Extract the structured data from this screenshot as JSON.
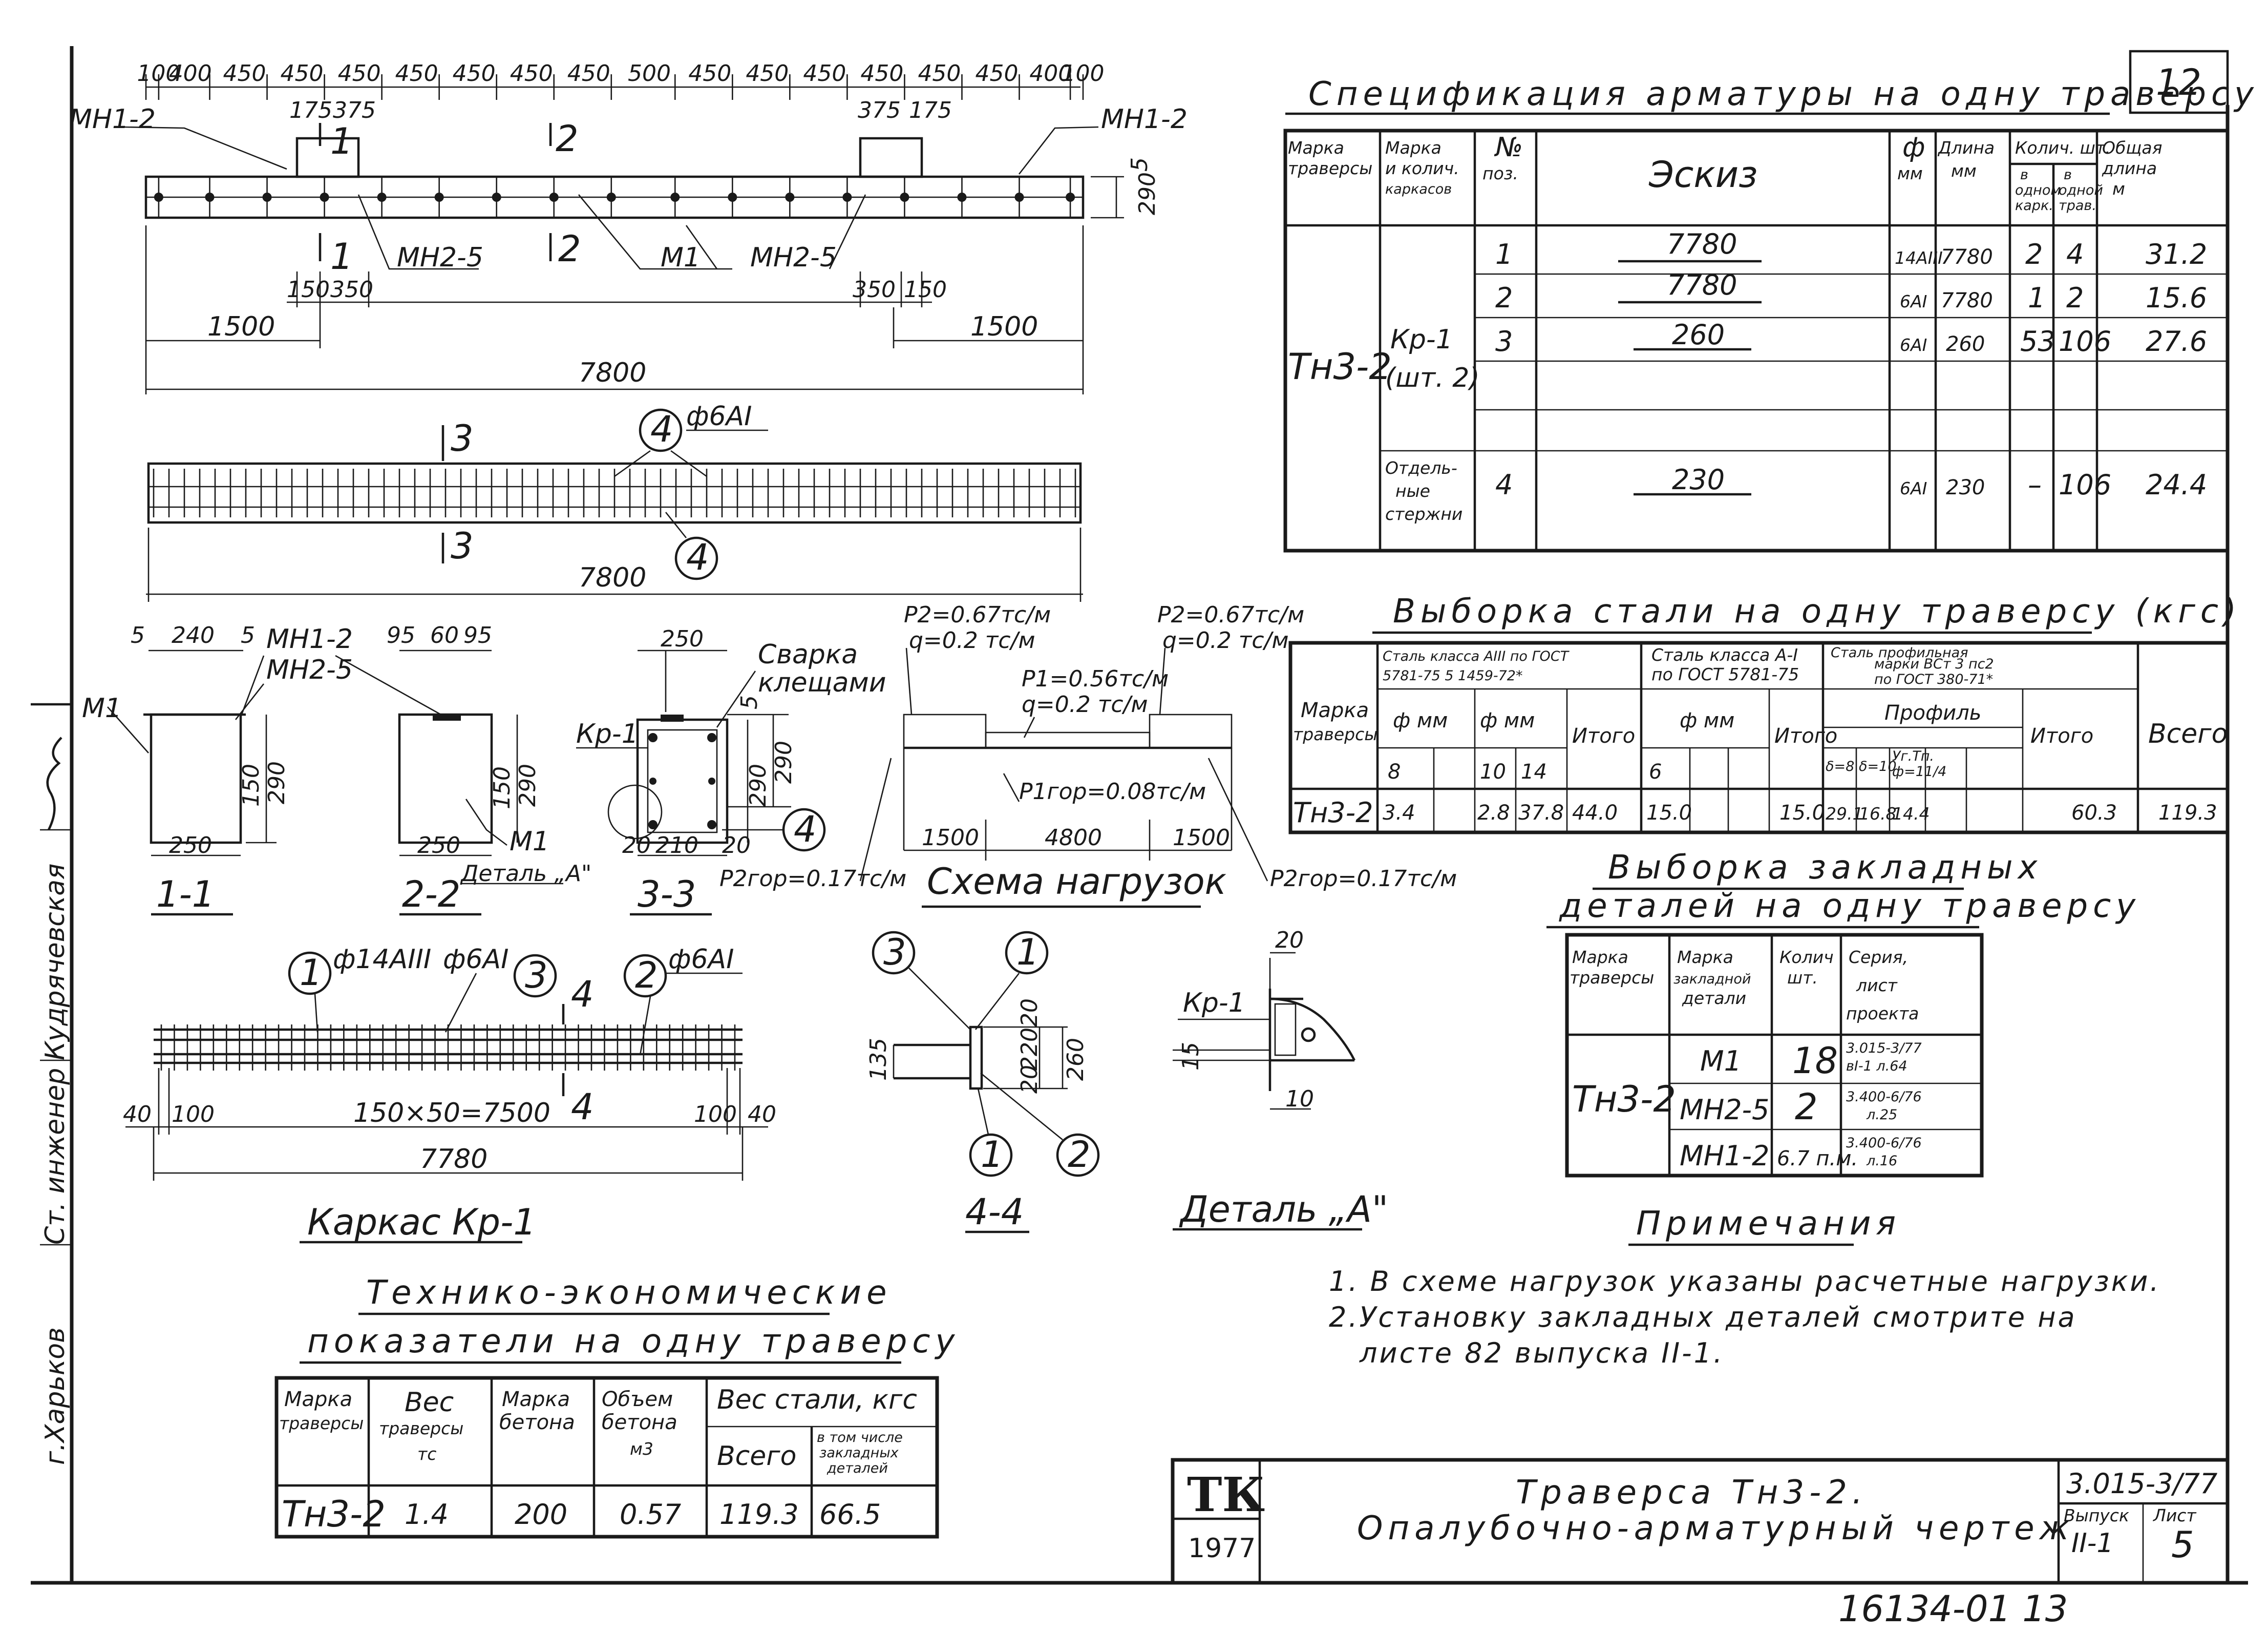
{
  "sheet_number": "12",
  "side_stamp": {
    "role": "Ст. инженер",
    "name": "Кудрячевская",
    "org": "г.Харьков"
  },
  "title_block": {
    "logo": "ТК",
    "year": "1977",
    "title_line1": "Траверса Тн3-2.",
    "title_line2": "Опалубочно-арматурный чертеж",
    "series": "3.015-3/77",
    "issue_label": "Выпуск",
    "issue_value": "II-1",
    "sheet_label": "Лист",
    "sheet_value": "5",
    "bottom_code": "16134-01  13"
  },
  "plan_view": {
    "top_dims": [
      "100",
      "400",
      "450",
      "450",
      "450",
      "450",
      "450",
      "450",
      "450",
      "500",
      "450",
      "450",
      "450",
      "450",
      "450",
      "450",
      "400",
      "100"
    ],
    "labels": {
      "mn1_left": "МН1-2",
      "mn1_right": "МН1-2",
      "d175_l": "175",
      "d375_l": "375",
      "d375_r": "375",
      "d175_r": "175",
      "sec1_top": "1",
      "sec2_top": "2",
      "sec1_bot": "1",
      "sec2_bot": "2",
      "mn2_left": "МН2-5",
      "m1": "М1",
      "mn2_right": "МН2-5",
      "d150_l": "150",
      "d350_l": "350",
      "d350_r": "350",
      "d150_r": "150",
      "dim_5": "5",
      "dim_290": "290",
      "span_left": "1500",
      "span_right": "1500",
      "total": "7800"
    }
  },
  "elevation_view": {
    "sec3_top": "3",
    "sec3_bot": "3",
    "bar_mark": "4",
    "bar_mark_bot": "4",
    "bar_label": "ф6АI",
    "total": "7800"
  },
  "section_1": {
    "caption": "1-1",
    "dims": {
      "left": "5",
      "mid": "240",
      "right": "5",
      "height": "290",
      "inner": "150",
      "width": "250"
    },
    "labels": {
      "mn1": "МН1-2",
      "mn2": "МН2-5",
      "m1": "М1"
    }
  },
  "section_2": {
    "caption": "2-2",
    "dims": {
      "a": "95",
      "b": "60",
      "c": "95",
      "height": "290",
      "inner": "150",
      "width": "250"
    },
    "labels": {
      "m1": "М1",
      "detail": "Деталь „А\""
    }
  },
  "section_3": {
    "caption": "3-3",
    "dims": {
      "top": "250",
      "height1": "290",
      "height2": "290",
      "dim5": "5",
      "left": "20",
      "mid": "210",
      "right": "20"
    },
    "labels": {
      "kr": "Кр-1",
      "weld_1": "Сварка",
      "weld_2": "клещами",
      "bar_mark": "4"
    }
  },
  "load_scheme": {
    "caption": "Схема нагрузок",
    "p2_left": "P2=0.67тс/м",
    "q_left": "q=0.2 тс/м",
    "p2_right": "P2=0.67тс/м",
    "q_right": "q=0.2 тс/м",
    "p1": "P1=0.56тс/м",
    "q_mid": "q=0.2 тс/м",
    "p1_gor": "P1гор=0.08тс/м",
    "p2_gor_left": "P2гор=0.17тс/м",
    "p2_gor_right": "P2гор=0.17тс/м",
    "dim_left": "1500",
    "dim_mid": "4800",
    "dim_right": "1500"
  },
  "frame_kr1": {
    "caption": "Каркас Кр-1",
    "mark1": "1",
    "bar1": "ф14АIII",
    "bar3": "ф6АI",
    "mark3": "3",
    "sec4_top": "4",
    "sec4_bot": "4",
    "mark2": "2",
    "bar2": "ф6АI",
    "d40_l": "40",
    "d100_l": "100",
    "pitch": "150×50=7500",
    "d100_r": "100",
    "d40_r": "40",
    "total": "7780"
  },
  "section_4": {
    "caption": "4-4",
    "m3": "3",
    "m1": "1",
    "m1b": "1",
    "m2": "2",
    "d135": "135",
    "d20a": "20",
    "d220": "220",
    "d20b": "20",
    "d260": "260"
  },
  "detail_a": {
    "caption": "Деталь „А\"",
    "kr": "Кр-1",
    "d20": "20",
    "d15": "15",
    "d10": "10"
  },
  "spec_table": {
    "title": "Спецификация арматуры на одну траверсу",
    "headers": {
      "mark": [
        "Марка",
        "траверсы"
      ],
      "frame": [
        "Марка",
        "и колич.",
        "каркасов"
      ],
      "pos": [
        "№",
        "поз."
      ],
      "sketch": "Эскиз",
      "dia": [
        "ф",
        "мм"
      ],
      "len": [
        "Длина",
        "мм"
      ],
      "qty": "Колич. шт.",
      "qty_a": [
        "в",
        "одном",
        "карк."
      ],
      "qty_b": [
        "в",
        "одной",
        "трав."
      ],
      "total": [
        "Общая",
        "длина",
        "м"
      ]
    },
    "mark": "Тн3-2",
    "frame_name": "Кр-1",
    "frame_count": "(шт. 2)",
    "separate": [
      "Отдель-",
      "ные",
      "стержни"
    ],
    "rows": [
      {
        "pos": "1",
        "sketch": "7780",
        "dia": "14АIII",
        "len": "7780",
        "qa": "2",
        "qb": "4",
        "total": "31.2"
      },
      {
        "pos": "2",
        "sketch": "7780",
        "dia": "6АI",
        "len": "7780",
        "qa": "1",
        "qb": "2",
        "total": "15.6"
      },
      {
        "pos": "3",
        "sketch": "260",
        "dia": "6АI",
        "len": "260",
        "qa": "53",
        "qb": "106",
        "total": "27.6"
      },
      {
        "pos": "4",
        "sketch": "230",
        "dia": "6АI",
        "len": "230",
        "qa": "–",
        "qb": "106",
        "total": "24.4"
      }
    ]
  },
  "steel_table": {
    "title": "Выборка стали на одну траверсу (кгс)",
    "h_mark": [
      "Марка",
      "траверсы"
    ],
    "h_g1": [
      "Сталь класса АIII по ГОСТ",
      "5781-75   5 1459-72*"
    ],
    "h_g2": [
      "Сталь класса А-I",
      "по ГОСТ 5781-75"
    ],
    "h_g3": [
      "Сталь профильная",
      "марки ВСт 3 пс2",
      "по ГОСТ 380-71*"
    ],
    "h_dia": "ф мм",
    "h_itogo": "Итого",
    "h_prof": "Профиль",
    "h_vsego": "Всего",
    "sub_8": "8",
    "sub_10": "10",
    "sub_14": "14",
    "sub_6": "6",
    "sub_p1": "δ=8",
    "sub_p2": "δ=10",
    "sub_p3": [
      "Уг.Тп.",
      "ф=11/4"
    ],
    "row": {
      "mark": "Тн3-2",
      "v8": "3.4",
      "v10": "2.8",
      "v14": "37.8",
      "it1": "44.0",
      "v6": "15.0",
      "it2": "15.0",
      "p1": "29.1",
      "p2": "16.8",
      "p3": "14.4",
      "it3": "60.3",
      "total": "119.3"
    }
  },
  "embedded_table": {
    "title_1": "Выборка закладных",
    "title_2": "деталей на одну траверсу",
    "headers": {
      "mark": [
        "Марка",
        "траверсы"
      ],
      "part": [
        "Марка",
        "закладной",
        "детали"
      ],
      "qty": [
        "Колич",
        "шт."
      ],
      "series": [
        "Серия,",
        "лист",
        "проекта"
      ]
    },
    "mark": "Тн3-2",
    "rows": [
      {
        "part": "М1",
        "qty": "18",
        "series": [
          "3.015-3/77",
          "вI-1 л.64"
        ]
      },
      {
        "part": "МН2-5",
        "qty": "2",
        "series": [
          "3.400-6/76",
          "л.25"
        ]
      },
      {
        "part": "МН1-2",
        "qty": "6.7 п.м.",
        "series": [
          "3.400-6/76",
          "л.16"
        ]
      }
    ]
  },
  "notes": {
    "title": "Примечания",
    "line1": "1. В схеме нагрузок указаны расчетные нагрузки.",
    "line2": "2.Установку закладных деталей смотрите на",
    "line3": "листе 82 выпуска II-1."
  },
  "tei_table": {
    "title_1": "Технико-экономические",
    "title_2": "показатели на одну траверсу",
    "headers": {
      "mark": [
        "Марка",
        "траверсы"
      ],
      "weight": [
        "Вес",
        "траверсы",
        "тс"
      ],
      "concrete": [
        "Марка",
        "бетона"
      ],
      "volume": [
        "Объем",
        "бетона",
        "м3"
      ],
      "steel": "Вес стали, кгс",
      "steel_total": "Всего",
      "steel_embed": [
        "в том числе",
        "закладных",
        "деталей"
      ]
    },
    "row": {
      "mark": "Тн3-2",
      "weight": "1.4",
      "concrete": "200",
      "volume": "0.57",
      "steel_total": "119.3",
      "steel_embed": "66.5"
    }
  }
}
